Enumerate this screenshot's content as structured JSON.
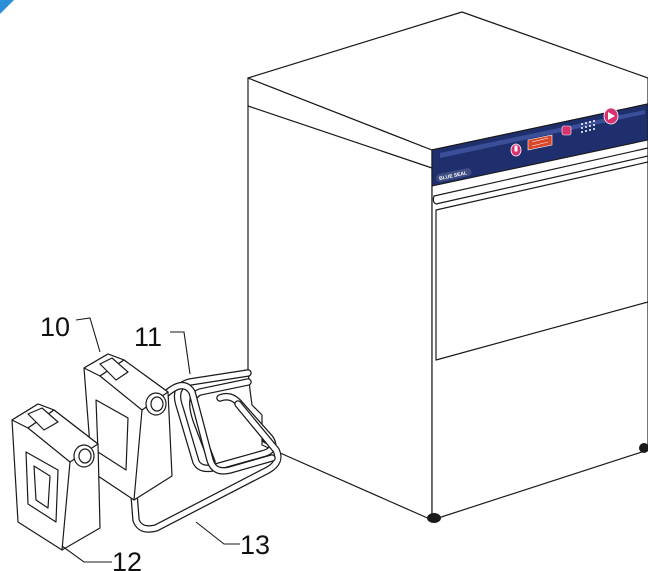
{
  "labels": {
    "canister_top": "10",
    "canister_top_cap": "11",
    "canister_bottom": "12",
    "hose": "13"
  },
  "panel": {
    "brand": "BLUE SEAL"
  },
  "colors": {
    "panel_blue": "#1f2f6e",
    "panel_pink": "#d8336f",
    "panel_display": "#d9472b",
    "corner_accent": "#2a8fd6",
    "body_fill": "#ffffff",
    "line": "#1a1a1a"
  }
}
